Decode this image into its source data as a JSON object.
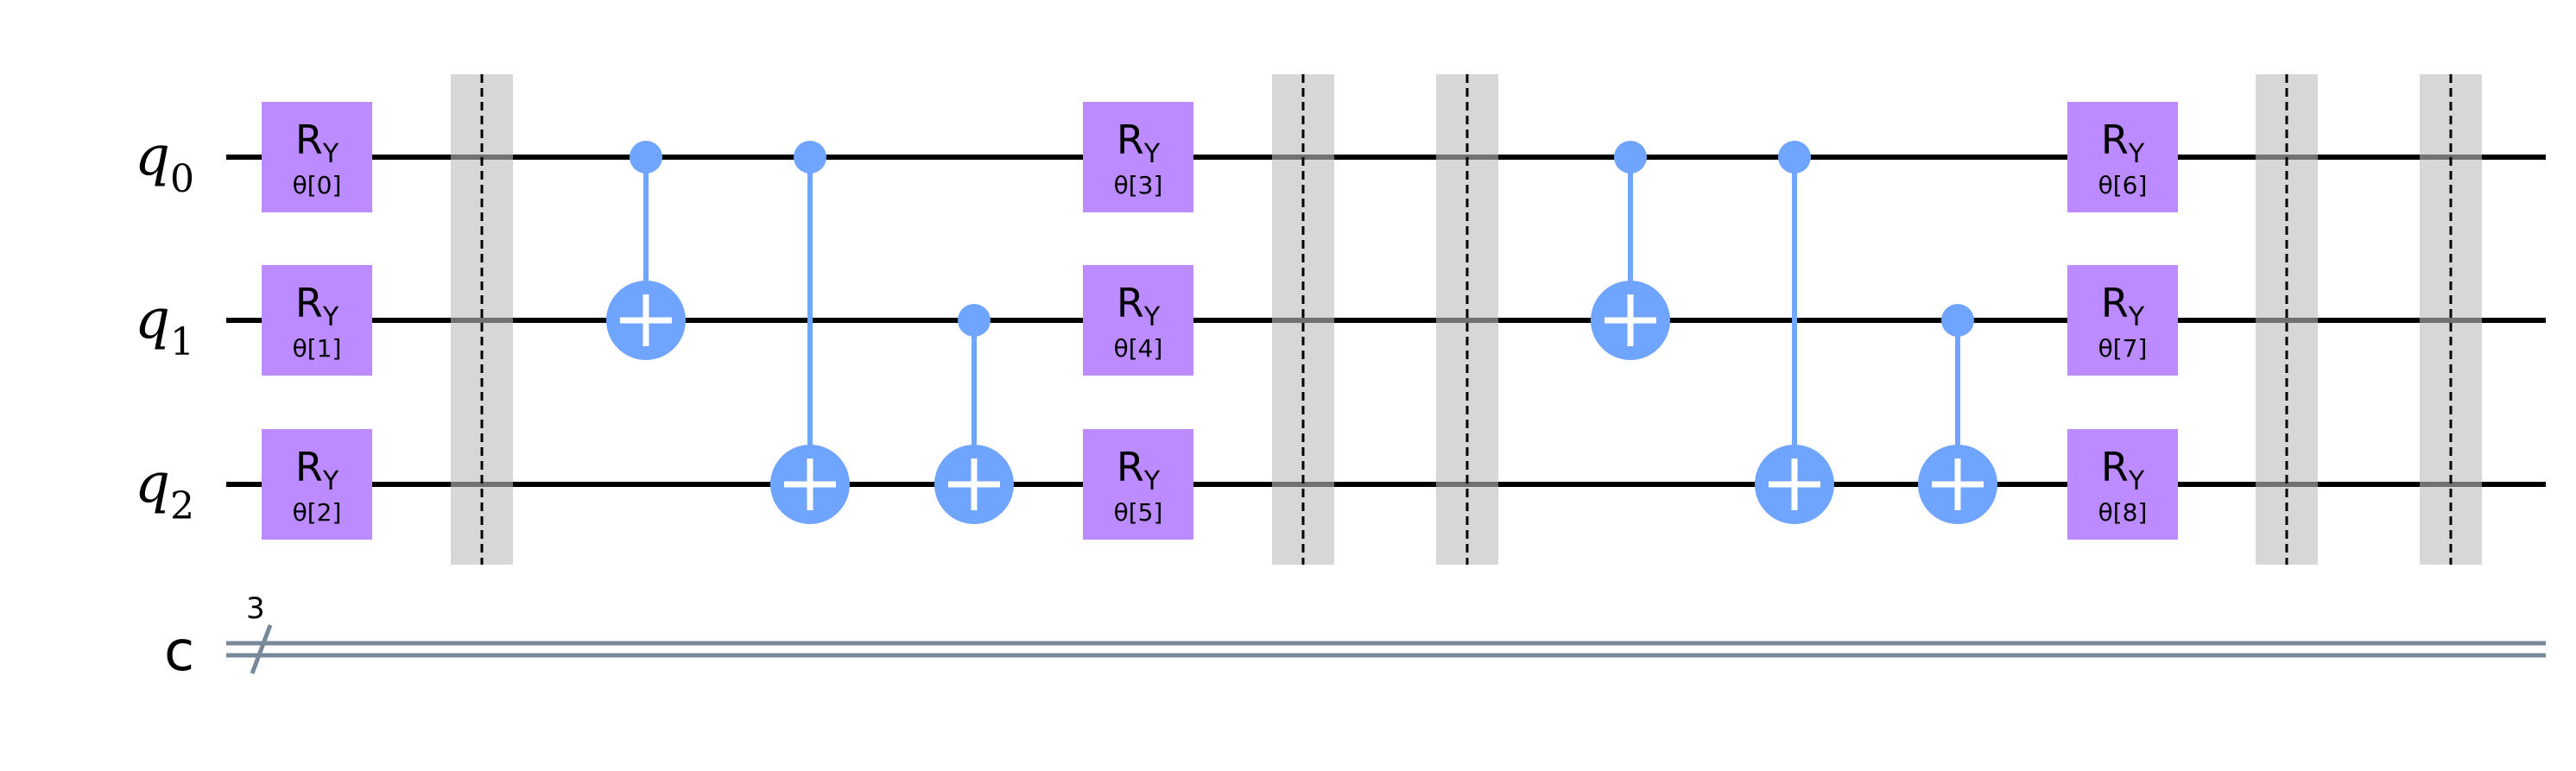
{
  "colors": {
    "gate_fill": "#bb8bff",
    "cx_color": "#6fa4ff",
    "barrier": "#bdbdbd",
    "classical_wire": "#778899"
  },
  "registers": {
    "qubits": [
      {
        "letter": "q",
        "index": "0"
      },
      {
        "letter": "q",
        "index": "1"
      },
      {
        "letter": "q",
        "index": "2"
      }
    ],
    "classical": {
      "label": "c",
      "bus_size": "3"
    }
  },
  "gates": [
    {
      "type": "RY",
      "main": "R",
      "sub": "Y",
      "param": "θ[0]",
      "qubit": 0,
      "column": 0
    },
    {
      "type": "RY",
      "main": "R",
      "sub": "Y",
      "param": "θ[1]",
      "qubit": 1,
      "column": 0
    },
    {
      "type": "RY",
      "main": "R",
      "sub": "Y",
      "param": "θ[2]",
      "qubit": 2,
      "column": 0
    },
    {
      "type": "RY",
      "main": "R",
      "sub": "Y",
      "param": "θ[3]",
      "qubit": 0,
      "column": 5
    },
    {
      "type": "RY",
      "main": "R",
      "sub": "Y",
      "param": "θ[4]",
      "qubit": 1,
      "column": 5
    },
    {
      "type": "RY",
      "main": "R",
      "sub": "Y",
      "param": "θ[5]",
      "qubit": 2,
      "column": 5
    },
    {
      "type": "RY",
      "main": "R",
      "sub": "Y",
      "param": "θ[6]",
      "qubit": 0,
      "column": 11
    },
    {
      "type": "RY",
      "main": "R",
      "sub": "Y",
      "param": "θ[7]",
      "qubit": 1,
      "column": 11
    },
    {
      "type": "RY",
      "main": "R",
      "sub": "Y",
      "param": "θ[8]",
      "qubit": 2,
      "column": 11
    }
  ],
  "cx_gates": [
    {
      "control": 0,
      "target": 1,
      "column": 2
    },
    {
      "control": 0,
      "target": 2,
      "column": 3
    },
    {
      "control": 1,
      "target": 2,
      "column": 4
    },
    {
      "control": 0,
      "target": 1,
      "column": 8
    },
    {
      "control": 0,
      "target": 2,
      "column": 9
    },
    {
      "control": 1,
      "target": 2,
      "column": 10
    }
  ],
  "barriers": [
    {
      "column": 1
    },
    {
      "column": 6
    },
    {
      "column": 7
    },
    {
      "column": 12
    },
    {
      "column": 13
    }
  ]
}
